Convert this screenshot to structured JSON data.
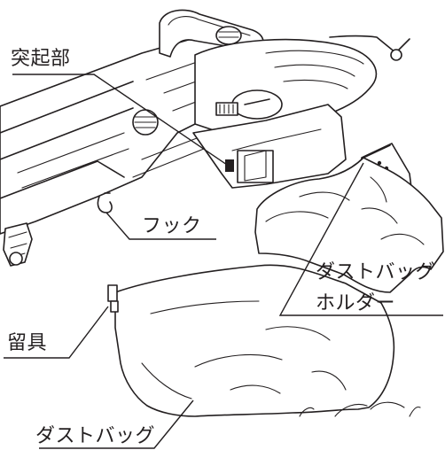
{
  "labels": {
    "protrusion": "突起部",
    "hook": "フック",
    "dust_bag_holder_line1": "ダストバッグ",
    "dust_bag_holder_line2": "ホルダー",
    "clasp": "留具",
    "dust_bag": "ダストバッグ"
  },
  "colors": {
    "ink": "#231f20",
    "background": "#ffffff"
  }
}
